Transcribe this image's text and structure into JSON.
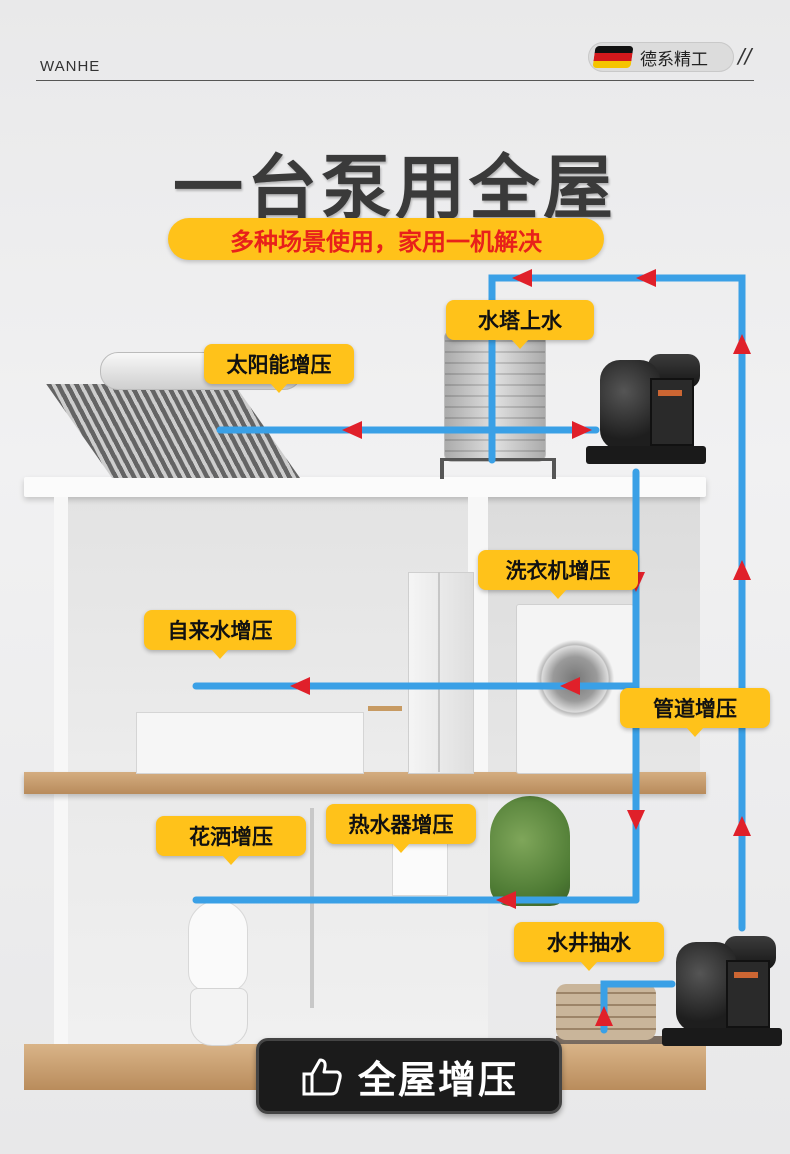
{
  "header": {
    "brand": "WANHE",
    "badge_text": "德系精工",
    "slash": "//",
    "flag_colors": [
      "#111111",
      "#d3191c",
      "#f5c400"
    ]
  },
  "title": "一台泵用全屋",
  "subtitle": "多种场景使用，家用一机解决",
  "labels": {
    "water_tower": "水塔上水",
    "solar": "太阳能增压",
    "washer": "洗衣机增压",
    "tap_water": "自来水增压",
    "pipeline": "管道增压",
    "shower": "花洒增压",
    "water_heater": "热水器增压",
    "well": "水井抽水"
  },
  "cta": {
    "icon": "thumbs-up-icon",
    "label": "全屋增压"
  },
  "colors": {
    "label_bg": "#ffc21a",
    "subtitle_text": "#e8211a",
    "pipe": "#3aa0e6",
    "arrow": "#e0202a"
  }
}
